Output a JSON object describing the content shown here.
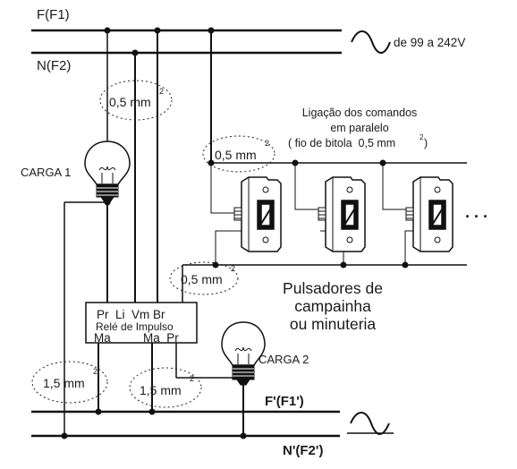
{
  "lines": {
    "f1": "F(F1)",
    "n2": "N(F2)",
    "f1_prime": "F'(F1')",
    "n2_prime": "N'(F2')"
  },
  "supply": {
    "voltage": "de 99 a 242V"
  },
  "loads": {
    "carga1": "CARGA 1",
    "carga2": "CARGA 2"
  },
  "gauges": {
    "g1_value": "0,5 mm",
    "g2_value": "0,5 mm",
    "g3_value": "0,5 mm",
    "g4_value": "1,5 mm",
    "g5_value": "1,5 mm",
    "exp": "2"
  },
  "notes": {
    "parallel_line1": "Ligação dos comandos",
    "parallel_line2": "em paralelo",
    "parallel_line3_pre": "( fio de bitola  0,5 mm",
    "parallel_line3_exp": "2",
    "parallel_line3_post": ")",
    "pushbuttons_line1": "Pulsadores de",
    "pushbuttons_line2": "campainha",
    "pushbuttons_line3": "ou minuteria",
    "ellipsis": ". . ."
  },
  "relay": {
    "top_labels": "Pr  Li  Vm Br",
    "name": "Relé de Impulso",
    "bottom_left": "Ma",
    "bottom_right": "Ma  Pr"
  }
}
